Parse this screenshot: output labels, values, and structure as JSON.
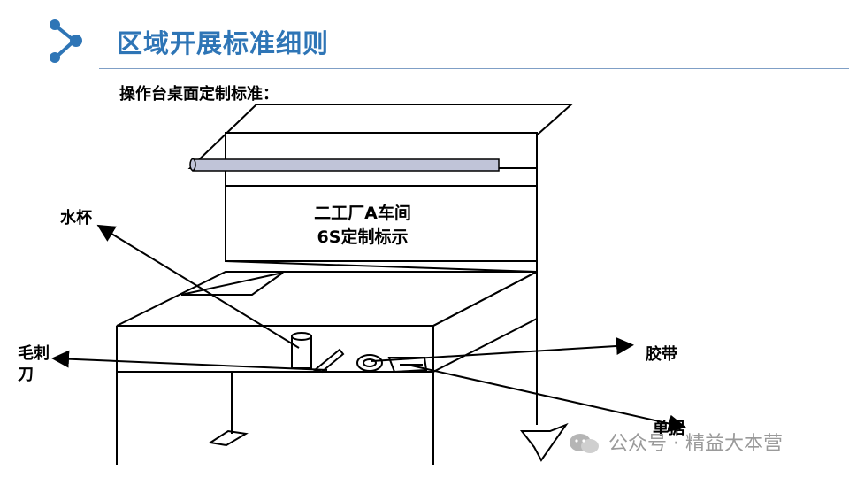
{
  "header": {
    "title": "区域开展标准细则"
  },
  "subtitle": "操作台桌面定制标准：",
  "board": {
    "line1": "二工厂A车间",
    "line2": "6S定制标示"
  },
  "labels": {
    "cup": "水杯",
    "deburr": "毛刺刀",
    "tape": "胶带",
    "receipt": "单据"
  },
  "watermark": "公众号 · 精益大本营",
  "colors": {
    "accent": "#2e75b6",
    "rod": "#c0c4d8"
  }
}
